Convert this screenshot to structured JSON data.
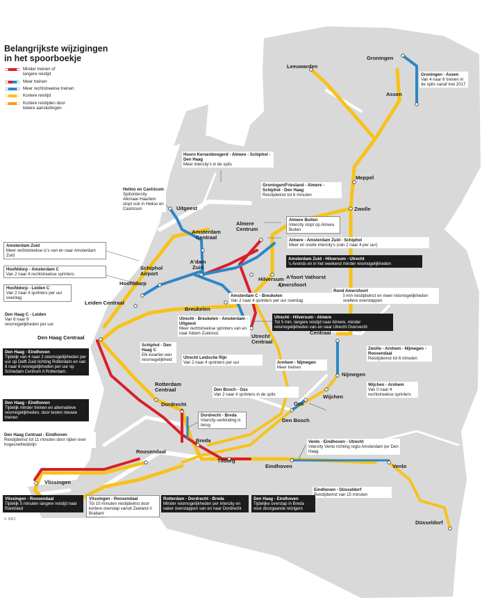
{
  "title": {
    "line1": "Belangrijkste wijzigingen",
    "line2": "in het spoorboekje"
  },
  "legend": [
    {
      "label": "Minder treinen of langere reistijd",
      "colors": [
        "#d81e2b"
      ]
    },
    {
      "label": "Meer treinen",
      "colors": [
        "#d81e2b",
        "#2d86c8"
      ]
    },
    {
      "label": "Meer rechtstreekse treinen",
      "colors": [
        "#2d86c8"
      ]
    },
    {
      "label": "Kortere reistijd",
      "colors": [
        "#f7c21a"
      ]
    },
    {
      "label": "Kortere reistijden door betere aansluitingen",
      "colors": [
        "#f59a1b"
      ]
    }
  ],
  "colors": {
    "red": "#d81e2b",
    "blue": "#2d86c8",
    "yellow": "#f7c21a",
    "orange": "#f59a1b",
    "land": "#d9d9d9",
    "sea": "#ffffff"
  },
  "cities": {
    "leeuwarden": "Leeuwarden",
    "groningen": "Groningen",
    "assen": "Assen",
    "meppel": "Meppel",
    "zwolle": "Zwolle",
    "uitgeest": "Uitgeest",
    "almere_centrum": "Almere Centrum",
    "amsterdam_centraal": "Amsterdam Centraal",
    "adam_zuid": "A'dam Zuid",
    "schiphol_airport": "Schiphol Airport",
    "hoofddorp": "Hoofddorp",
    "leiden_centraal": "Leiden Centraal",
    "hilversum": "Hilversum",
    "afoort_vathorst": "A'foort Vathorst",
    "amersfoort": "Amersfoort",
    "breukelen": "Breukelen",
    "utrecht_centraal": "Utrecht Centraal",
    "den_haag_centraal": "Den Haag Centraal",
    "arnhem_centraal": "Arnhem Centraal",
    "nijmegen": "Nijmegen",
    "wijchen": "Wijchen",
    "oss": "Oss",
    "den_bosch": "Den Bosch",
    "rotterdam_centraal": "Rotterdam Centraal",
    "dordrecht": "Dordrecht",
    "breda": "Breda",
    "roosendaal": "Roosendaal",
    "tilburg": "Tilburg",
    "eindhoven": "Eindhoven",
    "venlo": "Venlo",
    "dusseldorf": "Düsseldorf",
    "vlissingen": "Vlissingen"
  },
  "notes": {
    "groningen_assen": {
      "title": "Groningen - Assen",
      "text": "Van 4 naar 6 treinen in de spits vanaf mei 2017"
    },
    "hoorn": {
      "title": "Hoorn Kersenboogerd - Almere - Schiphol - Den Haag",
      "text": "Meer intercity's in de spits"
    },
    "heiloo": {
      "title": "Heiloo en Castricum",
      "text": "Spitsintercity Alkmaar-Haarlem stopt ook in Heiloo en Castricum"
    },
    "groningen_friesland": {
      "title": "Groningen/Friesland - Almere - Schiphol - Den Haag",
      "text": "Reistijdwinst tot 6 minuten"
    },
    "almere_buiten": {
      "title": "Almere Buiten",
      "text": "Intercity stopt op Almere Buiten"
    },
    "almere_adam_zuid": {
      "title": "Almere - Amsterdam Zuid - Schiphol",
      "text": "Meer en snelle intercity's (van 2 naar 4 per uur)"
    },
    "amsterdam_zuid": {
      "title": "Amsterdam Zuid",
      "text": "Meer rechtstreekse ic's van en naar Amsterdam Zuid"
    },
    "hoofddorp_adam_c": {
      "title": "Hoofddorp - Amsterdam C",
      "text": "Van 2 naar 4 rechtstreekse sprinters"
    },
    "hoofddorp_leiden": {
      "title": "Hoofddorp - Leiden C",
      "text": "Van 2 naar 4 sprinters per uur overdag"
    },
    "adam_zuid_hilversum": {
      "title": "Amsterdam Zuid - Hilversum - Utrecht",
      "text": "'s Avonds en in het weekend minder reismogelijkheden"
    },
    "rond_amersfoort": {
      "title": "Rond Amersfoort",
      "text": "Tot 15 min reistijdwinst en meer reismogelijkheden door snellere overstappen"
    },
    "adam_c_breukelen": {
      "title": "Amsterdam C - Breukelen",
      "text": "Van 2 naar 4 sprinters per uur overdag"
    },
    "den_haag_leiden": {
      "title": "Den Haag C - Leiden",
      "text": "Van 6 naar 8 reismogelijkheden per uur"
    },
    "utrecht_breukelen": {
      "title": "Utrecht - Breukelen - Amsterdam - Uitgeest",
      "text": "Meer rechtstreekse sprinters van en naar Aldam Zuidoost."
    },
    "utrecht_hilversum_almere": {
      "title": "Utrecht - Hilversum - Almere",
      "text": "Tot 5 min. langere reistijd naar Almere, minder reismogelijkheden van en naar Utrecht Overvecht"
    },
    "schiphol_den_haag": {
      "title": "Schiphol - Den Haag C",
      "text": "Elk kwartier een reismogelijkheid"
    },
    "den_haag_eindhoven_1": {
      "title": "Den Haag - Eindhoven",
      "text": "Tijdelijk van 4 naar 2 reismogelijkheden per uur op Delft Zuid richting Rotterdam en van 8 naar 6 reisregelijkheden per uur op Schiedam Centrum rl Rotterdam."
    },
    "utrecht_leidsche_rijn": {
      "title": "Utrecht Leidsche Rijn",
      "text": "Van 2 naar 4 sprinters per uur"
    },
    "zwolle_arnhem": {
      "title": "Zwolle - Arnhem - Nijmegen - Roosendaal",
      "text": "Reistijdwinst tot 6 minuten"
    },
    "arnhem_nijmegen": {
      "title": "Arnhem - Nijmegen",
      "text": "Meer treinen"
    },
    "den_bosch_oss": {
      "title": "Den Bosch - Oss",
      "text": "Van 2 naar 4 sprinters in de spits"
    },
    "wijchen_arnhem": {
      "title": "Wijchen - Arnhem",
      "text": "Van 0 naar 4 rechtstreekse sprinters"
    },
    "den_haag_eindhoven_2": {
      "title": "Den Haag - Eindhoven",
      "text": "Tijdelijk minder treinen en alternatieve reismogelijkheden, door testen nieuwe treinen"
    },
    "dordrecht_breda": {
      "title": "Dordrecht - Breda",
      "text": "Intercity-verbinding is terug"
    },
    "den_haag_c_eindhoven": {
      "title": "Den Haag Centraal - Eindhoven",
      "text": "Reistijdwinst tot 11 minuten door rijden over hogesnelheidslijn"
    },
    "venlo_eindhoven": {
      "title": "Venlo - Eindhoven - Utrecht",
      "text": "Intercity Venlo richting regio Amsterdam ipv Den Haag"
    },
    "eindhoven_dusseldorf": {
      "title": "Eindhoven - Düsseldorf",
      "text": "Reistijdwinst van 15 minuten"
    },
    "vlissingen_roosendaal": {
      "title": "Vlissingen - Roosendaal",
      "text": "Tijdelijk 5 minuten langere reistijd naar Randstad"
    },
    "vlissingen_roosendaal_2": {
      "title": "Vlissingen - Roosendaal",
      "text": "Tot 10 minuten reistijdwinst door kortere overstap vanuit Zeeland ri Brabant"
    },
    "rotterdam_dordrecht": {
      "title": "Rotterdam - Dordrecht - Breda",
      "text": "Minder reismogelijkheden per intercity en vaker overstappen van en naar Dordrecht"
    },
    "den_haag_eindhoven_3": {
      "title": "Den Haag - Eindhoven",
      "text": "Tijdelijke overstap in Breda voor doorgaande reizigers"
    }
  },
  "credit": "© NRC"
}
